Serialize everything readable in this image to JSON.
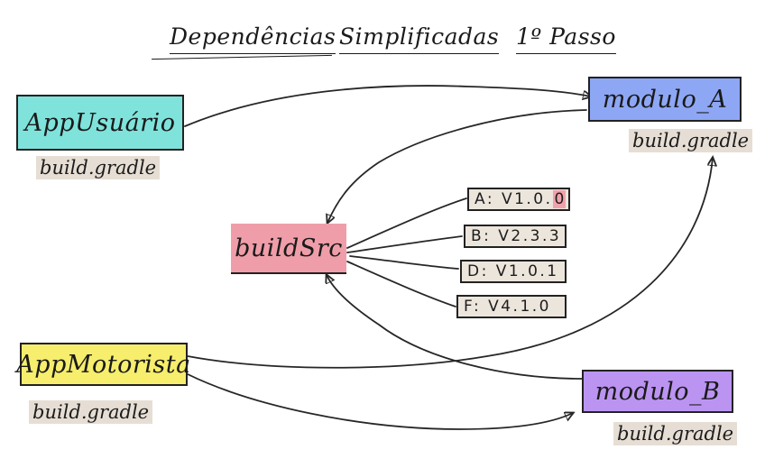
{
  "title": {
    "part1": "Dependências",
    "part2": "Simplificadas",
    "part3": "1º Passo"
  },
  "nodes": {
    "app_usuario": {
      "label": "AppUsuário",
      "sublabel": "build.gradle",
      "color": "#7fe3dc"
    },
    "modulo_a": {
      "label": "modulo_A",
      "sublabel": "build.gradle",
      "color": "#8ea7f5"
    },
    "buildsrc": {
      "label": "buildSrc",
      "color": "#ef9ea9"
    },
    "app_motorista": {
      "label": "AppMotorista",
      "sublabel": "build.gradle",
      "color": "#f6ee6c"
    },
    "modulo_b": {
      "label": "modulo_B",
      "sublabel": "build.gradle",
      "color": "#bb94f2"
    }
  },
  "versions": [
    {
      "prefix": "A: V1.0.",
      "highlight": "0",
      "highlight_color": "#f0a2ac"
    },
    {
      "prefix": "B: V2.3.3",
      "highlight": ""
    },
    {
      "prefix": "D: V1.0.1",
      "highlight": ""
    },
    {
      "prefix": "F: V4.1.0",
      "highlight": ""
    }
  ],
  "edges": [
    {
      "from": "AppUsuário",
      "to": "modulo_A",
      "arrow": "end"
    },
    {
      "from": "modulo_A",
      "to": "buildSrc",
      "arrow": "end"
    },
    {
      "from": "buildSrc",
      "to": "A: V1.0.0",
      "arrow": "none"
    },
    {
      "from": "buildSrc",
      "to": "B: V2.3.3",
      "arrow": "none"
    },
    {
      "from": "buildSrc",
      "to": "D: V1.0.1",
      "arrow": "none"
    },
    {
      "from": "buildSrc",
      "to": "F: V4.1.0",
      "arrow": "none"
    },
    {
      "from": "modulo_B",
      "to": "buildSrc",
      "arrow": "end"
    },
    {
      "from": "AppMotorista",
      "to": "modulo_A build.gradle",
      "arrow": "end"
    },
    {
      "from": "AppMotorista",
      "to": "modulo_B",
      "arrow": "end"
    }
  ]
}
